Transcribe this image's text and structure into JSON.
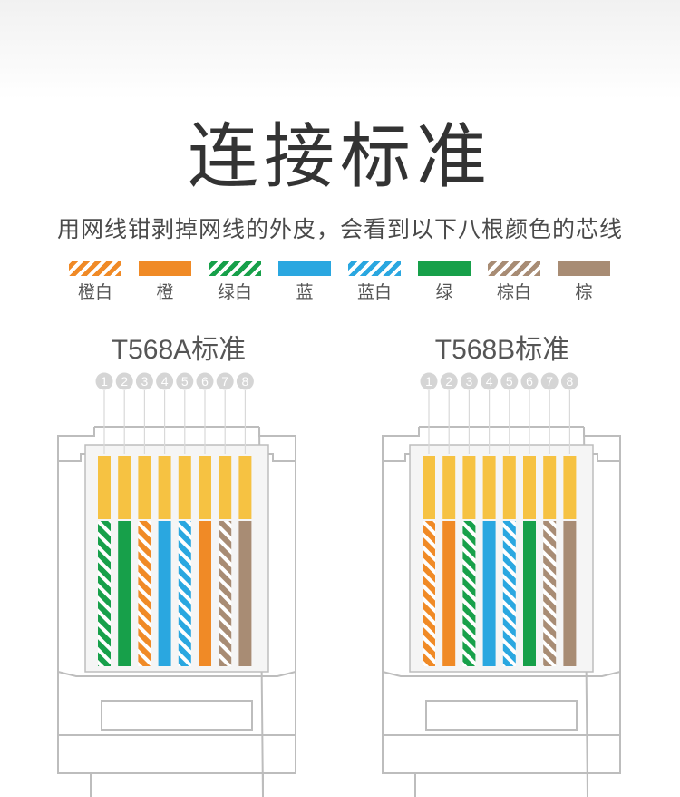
{
  "title": "连接标准",
  "subtitle": "用网线钳剥掉网线的外皮，会看到以下八根颜色的芯线",
  "colors": {
    "orange": "#f08a26",
    "green": "#17a04a",
    "blue": "#2aa7e0",
    "brown": "#a88c74",
    "white": "#ffffff",
    "gold": "#f6c242"
  },
  "legend": [
    {
      "label": "橙白",
      "color": "orange",
      "striped": true
    },
    {
      "label": "橙",
      "color": "orange",
      "striped": false
    },
    {
      "label": "绿白",
      "color": "green",
      "striped": true
    },
    {
      "label": "蓝",
      "color": "blue",
      "striped": false
    },
    {
      "label": "蓝白",
      "color": "blue",
      "striped": true
    },
    {
      "label": "绿",
      "color": "green",
      "striped": false
    },
    {
      "label": "棕白",
      "color": "brown",
      "striped": true
    },
    {
      "label": "棕",
      "color": "brown",
      "striped": false
    }
  ],
  "standards": [
    {
      "title": "T568A标准",
      "pins": [
        "1",
        "2",
        "3",
        "4",
        "5",
        "6",
        "7",
        "8"
      ],
      "wires": [
        {
          "color": "green",
          "striped": true
        },
        {
          "color": "green",
          "striped": false
        },
        {
          "color": "orange",
          "striped": true
        },
        {
          "color": "blue",
          "striped": false
        },
        {
          "color": "blue",
          "striped": true
        },
        {
          "color": "orange",
          "striped": false
        },
        {
          "color": "brown",
          "striped": true
        },
        {
          "color": "brown",
          "striped": false
        }
      ]
    },
    {
      "title": "T568B标准",
      "pins": [
        "1",
        "2",
        "3",
        "4",
        "5",
        "6",
        "7",
        "8"
      ],
      "wires": [
        {
          "color": "orange",
          "striped": true
        },
        {
          "color": "orange",
          "striped": false
        },
        {
          "color": "green",
          "striped": true
        },
        {
          "color": "blue",
          "striped": false
        },
        {
          "color": "blue",
          "striped": true
        },
        {
          "color": "green",
          "striped": false
        },
        {
          "color": "brown",
          "striped": true
        },
        {
          "color": "brown",
          "striped": false
        }
      ]
    }
  ]
}
